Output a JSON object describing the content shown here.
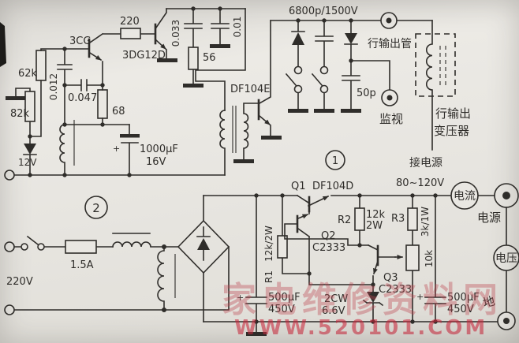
{
  "colors": {
    "ink": "#2f2d2a",
    "paper": "#e7e5e0",
    "watermark_red": "#c43b4e"
  },
  "oscillator": {
    "transistor": "3CG",
    "driver_transistor": "3DG12D",
    "base_resistor": "220",
    "bias_resistor_upper": "62k",
    "bias_resistor_lower": "82k",
    "feedback_cap": "0.012",
    "coupling_cap": "0.047",
    "emitter_resistor": "68",
    "snubber_cap": "0.033",
    "snubber_resistor": "56",
    "rail_cap": "0.01",
    "supply": "12V",
    "filter_cap": "1000μF",
    "filter_cap_voltage": "16V",
    "filter_cap_plus": "+"
  },
  "output_stage": {
    "transistor": "DF104E",
    "hv_caps": "6800p/1500V",
    "monitor_cap": "50p",
    "monitor_label": "监视",
    "line_output_transistor": "行输出管",
    "transformer_line1": "行输出",
    "transformer_line2": "变压器",
    "connect_power": "接电源",
    "circle_1": "1"
  },
  "power_supply": {
    "mains": "220V",
    "fuse": "1.5A",
    "circle_2": "2",
    "q1": "Q1",
    "q1_part": "DF104D",
    "q2": "Q2",
    "q2_part": "C2333",
    "q3": "Q3",
    "q3_part": "C2333",
    "r1": "R1",
    "r1_value": "12k/2W",
    "r2": "R2",
    "r2_value_1": "12k",
    "r2_value_2": "2W",
    "r3": "R3",
    "r3_value": "3k/1W",
    "pot": "10k",
    "zener": "2CW",
    "zener_voltage": "6.6V",
    "cap1": "500μF",
    "cap1_voltage": "450V",
    "cap1_plus": "+",
    "cap2": "500μF",
    "cap2_voltage": "450V",
    "cap2_plus": "+",
    "output_range": "80~120V",
    "meter_current": "电流",
    "terminal_power": "电源",
    "meter_voltage": "电压",
    "terminal_ground": "地"
  },
  "watermark": {
    "site_name": "家电维修资料网",
    "site_url": "WWW.520101.COM"
  }
}
